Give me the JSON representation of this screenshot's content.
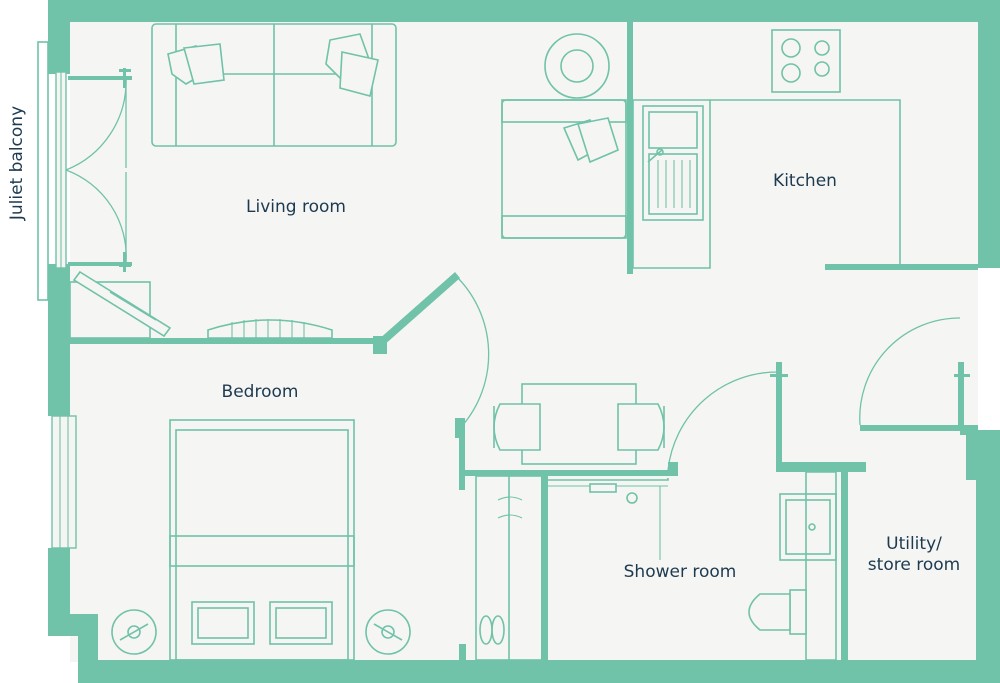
{
  "plan": {
    "rooms": {
      "living": "Living room",
      "kitchen": "Kitchen",
      "bedroom": "Bedroom",
      "shower": "Shower room",
      "utility_line1": "Utility/",
      "utility_line2": "store room",
      "balcony": "Juliet balcony"
    },
    "colors": {
      "wall": "#70c2a8",
      "floor": "#f5f5f4",
      "label": "#1d3a4f"
    }
  }
}
